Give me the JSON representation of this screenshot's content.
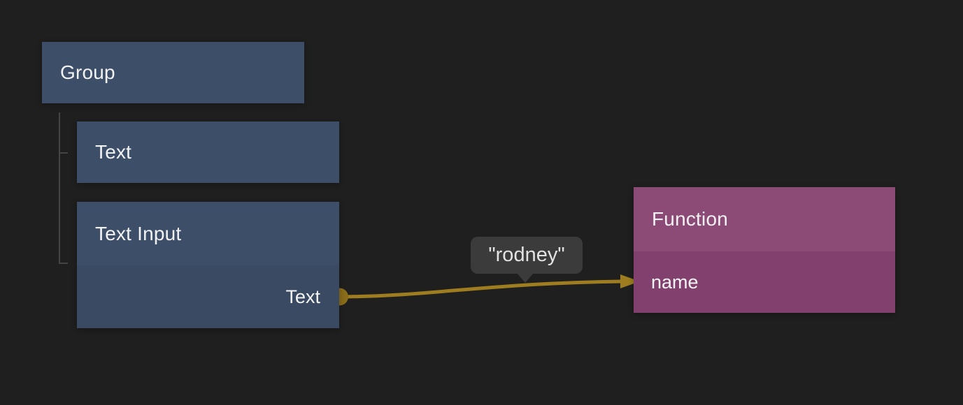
{
  "editor": {
    "background": "#1f1f1f"
  },
  "colors": {
    "node_blue_header": "#3c4e68",
    "node_blue_body": "#394a62",
    "node_purple_header": "#8c4a76",
    "node_purple_body": "#81406d",
    "cable": "#9d7d1f",
    "port_dot": "#8a6c1a",
    "arrowhead": "#9d7d1f",
    "tree_line": "#454545",
    "tooltip_bg": "#3b3b3b"
  },
  "nodes": {
    "group": {
      "title": "Group"
    },
    "text": {
      "title": "Text"
    },
    "text_input": {
      "title": "Text Input",
      "output_port_label": "Text"
    },
    "function": {
      "title": "Function",
      "input_port_label": "name"
    }
  },
  "connection": {
    "tooltip_value": "\"rodney\""
  }
}
